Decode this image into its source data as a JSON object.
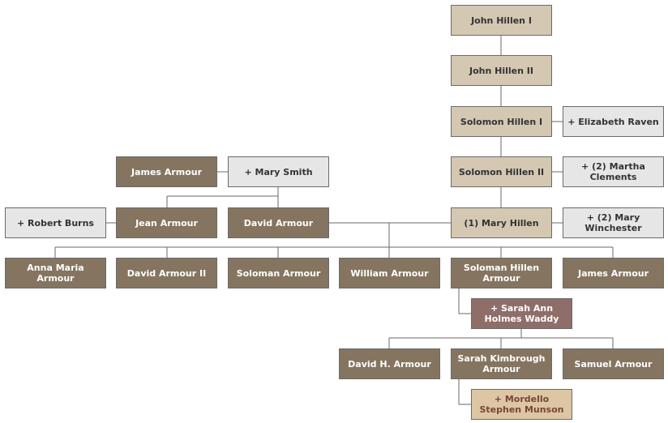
{
  "people": {
    "john_hillen_1": "John Hillen I",
    "john_hillen_2": "John Hillen II",
    "solomon_hillen_1": "Solomon Hillen I",
    "elizabeth_raven": "+ Elizabeth Raven",
    "solomon_hillen_2": "Solomon Hillen II",
    "martha_clements": "+ (2) Martha Clements",
    "james_armour_sr": "James Armour",
    "mary_smith": "+ Mary Smith",
    "robert_burns": "+ Robert Burns",
    "jean_armour": "Jean Armour",
    "david_armour": "David Armour",
    "mary_hillen": "(1) Mary Hillen",
    "mary_winchester": "+ (2) Mary Winchester",
    "anna_maria_armour": "Anna Maria Armour",
    "david_armour_2": "David Armour II",
    "soloman_armour": "Soloman Armour",
    "william_armour": "William Armour",
    "soloman_hillen_armour": "Soloman Hillen Armour",
    "james_armour_jr": "James Armour",
    "sarah_ann_waddy": "+ Sarah Ann Holmes Waddy",
    "david_h_armour": "David H. Armour",
    "sarah_kimbrough_armour": "Sarah Kimbrough Armour",
    "samuel_armour": "Samuel Armour",
    "mordello_munson": "+ Mordello Stephen Munson"
  },
  "colors": {
    "ancestor": "#d4c8b3",
    "armour": "#857560",
    "spouse": "#e6e6e6",
    "spouse_highlight": "#8f6e69",
    "spouse_light": "#dcc6a3",
    "connector": "#6a6a6a"
  }
}
